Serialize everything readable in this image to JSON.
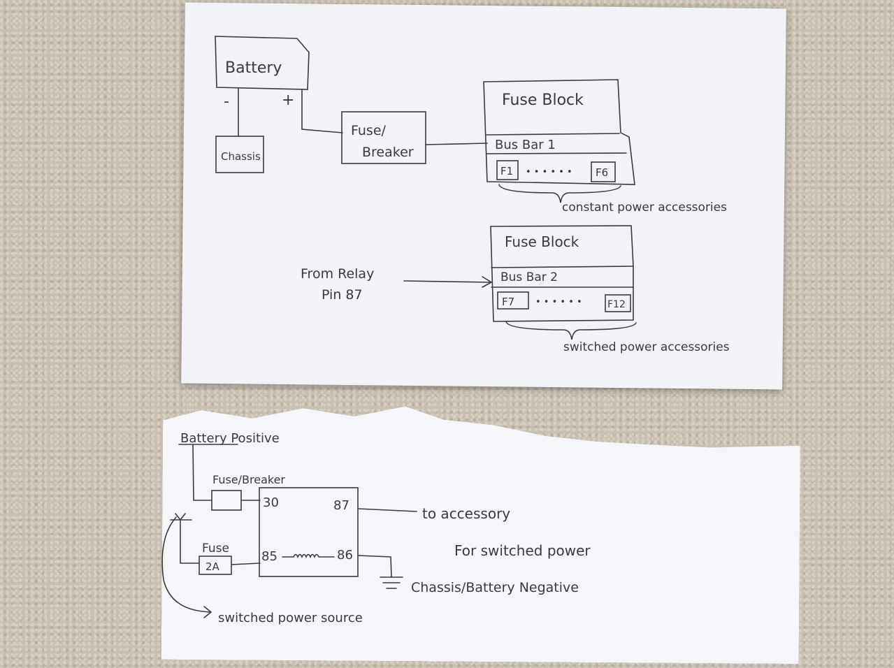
{
  "top_card": {
    "battery": {
      "label": "Battery",
      "minus": "-",
      "plus": "+"
    },
    "chassis": "Chassis",
    "fuse_breaker": {
      "line1": "Fuse/",
      "line2": "Breaker"
    },
    "fuse_block_1": {
      "title": "Fuse Block",
      "bus_bar": "Bus Bar 1",
      "first_fuse": "F1",
      "dots": "• • • • • •",
      "last_fuse": "F6",
      "caption": "constant power accessories"
    },
    "relay_source": {
      "line1": "From Relay",
      "line2": "Pin 87"
    },
    "fuse_block_2": {
      "title": "Fuse Block",
      "bus_bar": "Bus Bar 2",
      "first_fuse": "F7",
      "dots": "• • • • • •",
      "last_fuse": "F12",
      "caption": "switched power accessories"
    }
  },
  "bottom_card": {
    "battery_positive": "Battery Positive",
    "fuse_breaker": "Fuse/Breaker",
    "fuse": {
      "label": "Fuse",
      "rating": "2A"
    },
    "relay_pins": {
      "p30": "30",
      "p87": "87",
      "p85": "85",
      "p86": "86"
    },
    "to_accessory": "to accessory",
    "for_switched_power": "For switched power",
    "chassis_negative": "Chassis/Battery Negative",
    "switched_power_source": "switched power source"
  }
}
